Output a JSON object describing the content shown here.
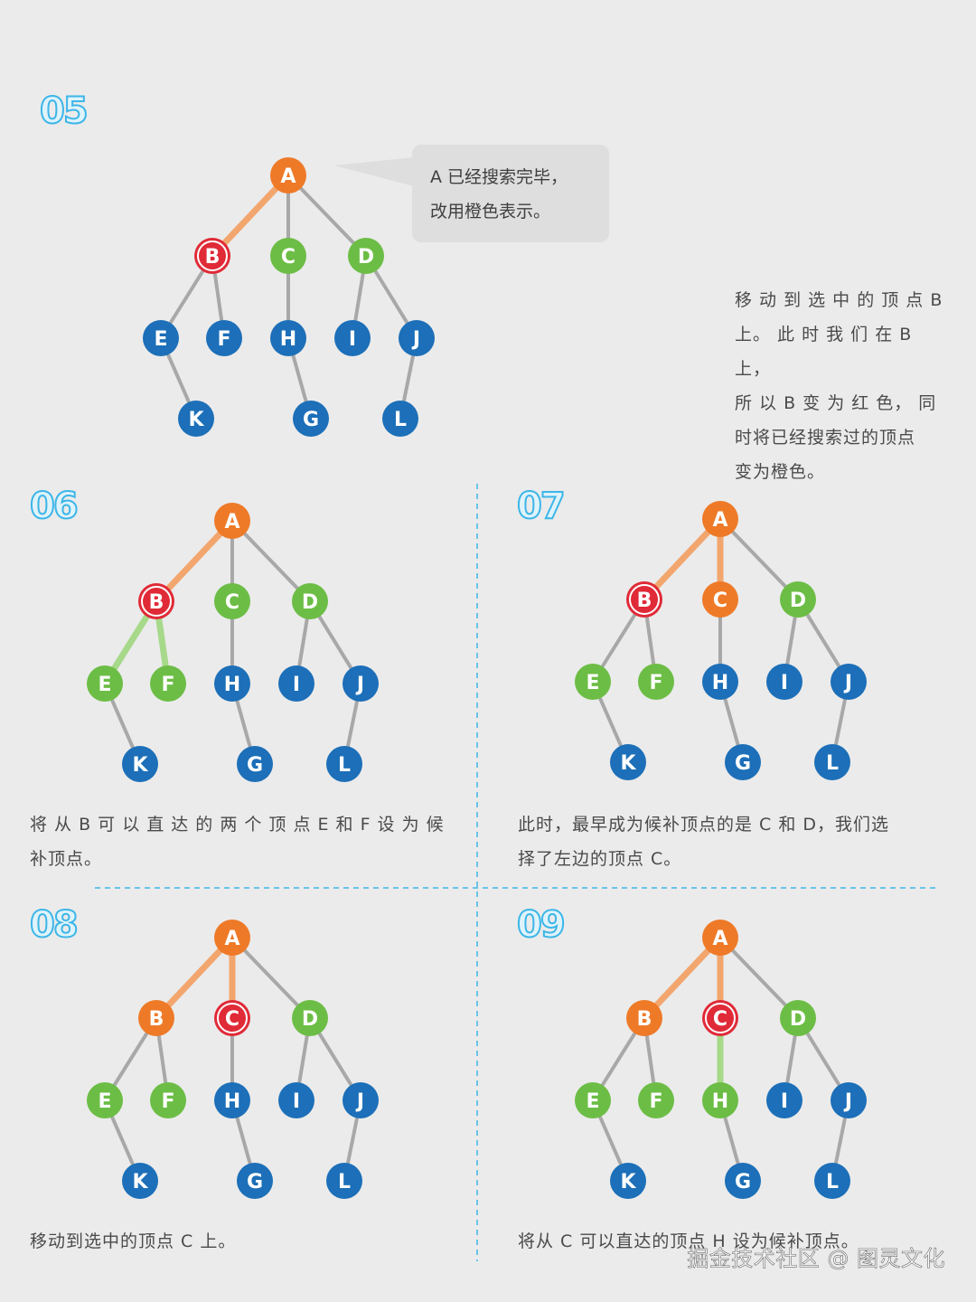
{
  "colors": {
    "background": "#ebebeb",
    "unvisited": "#1c6fb8",
    "candidate": "#6cbd45",
    "visited": "#ee7a28",
    "current": "#e02a37",
    "edge_default": "#a8a8a8",
    "edge_visited": "#f2a66e",
    "edge_candidate": "#a6d98a",
    "divider": "#3cb6e8"
  },
  "tree": {
    "nodes": [
      "A",
      "B",
      "C",
      "D",
      "E",
      "F",
      "H",
      "I",
      "J",
      "K",
      "G",
      "L"
    ],
    "edges": [
      [
        "A",
        "B"
      ],
      [
        "A",
        "C"
      ],
      [
        "A",
        "D"
      ],
      [
        "B",
        "E"
      ],
      [
        "B",
        "F"
      ],
      [
        "C",
        "H"
      ],
      [
        "D",
        "I"
      ],
      [
        "D",
        "J"
      ],
      [
        "E",
        "K"
      ],
      [
        "H",
        "G"
      ],
      [
        "J",
        "L"
      ]
    ]
  },
  "panels": [
    {
      "id": "p05",
      "step": "05",
      "node_states": {
        "A": "visited",
        "B": "current",
        "C": "candidate",
        "D": "candidate",
        "E": "unvisited",
        "F": "unvisited",
        "H": "unvisited",
        "I": "unvisited",
        "J": "unvisited",
        "K": "unvisited",
        "G": "unvisited",
        "L": "unvisited"
      },
      "edge_states": {
        "A-B": "visited"
      },
      "callout_lines": [
        "A 已经搜索完毕，",
        "改用橙色表示。"
      ],
      "caption_lines": [
        "移 动 到 选 中 的 顶 点 B",
        "上。 此 时 我 们 在 B 上，",
        "所 以 B 变 为 红 色， 同",
        "时将已经搜索过的顶点",
        "变为橙色。"
      ]
    },
    {
      "id": "p06",
      "step": "06",
      "node_states": {
        "A": "visited",
        "B": "current",
        "C": "candidate",
        "D": "candidate",
        "E": "candidate",
        "F": "candidate",
        "H": "unvisited",
        "I": "unvisited",
        "J": "unvisited",
        "K": "unvisited",
        "G": "unvisited",
        "L": "unvisited"
      },
      "edge_states": {
        "A-B": "visited",
        "B-E": "candidate",
        "B-F": "candidate"
      },
      "caption_lines": [
        "将 从 B 可 以 直 达 的 两 个 顶 点 E 和 F 设 为 候",
        "补顶点。"
      ]
    },
    {
      "id": "p07",
      "step": "07",
      "node_states": {
        "A": "visited",
        "B": "current",
        "C": "visited",
        "D": "candidate",
        "E": "candidate",
        "F": "candidate",
        "H": "unvisited",
        "I": "unvisited",
        "J": "unvisited",
        "K": "unvisited",
        "G": "unvisited",
        "L": "unvisited"
      },
      "edge_states": {
        "A-B": "visited",
        "A-C": "visited"
      },
      "caption_lines": [
        "此时，最早成为候补顶点的是 C 和 D，我们选",
        "择了左边的顶点 C。"
      ]
    },
    {
      "id": "p08",
      "step": "08",
      "node_states": {
        "A": "visited",
        "B": "visited",
        "C": "current",
        "D": "candidate",
        "E": "candidate",
        "F": "candidate",
        "H": "unvisited",
        "I": "unvisited",
        "J": "unvisited",
        "K": "unvisited",
        "G": "unvisited",
        "L": "unvisited"
      },
      "edge_states": {
        "A-B": "visited",
        "A-C": "visited"
      },
      "caption_lines": [
        "移动到选中的顶点 C 上。"
      ]
    },
    {
      "id": "p09",
      "step": "09",
      "node_states": {
        "A": "visited",
        "B": "visited",
        "C": "current",
        "D": "candidate",
        "E": "candidate",
        "F": "candidate",
        "H": "candidate",
        "I": "unvisited",
        "J": "unvisited",
        "K": "unvisited",
        "G": "unvisited",
        "L": "unvisited"
      },
      "edge_states": {
        "A-B": "visited",
        "A-C": "visited",
        "C-H": "candidate"
      },
      "caption_lines": [
        "将从 C 可以直达的顶点 H 设为候补顶点。"
      ]
    }
  ],
  "watermark": "掘金技术社区 @ 图灵文化"
}
